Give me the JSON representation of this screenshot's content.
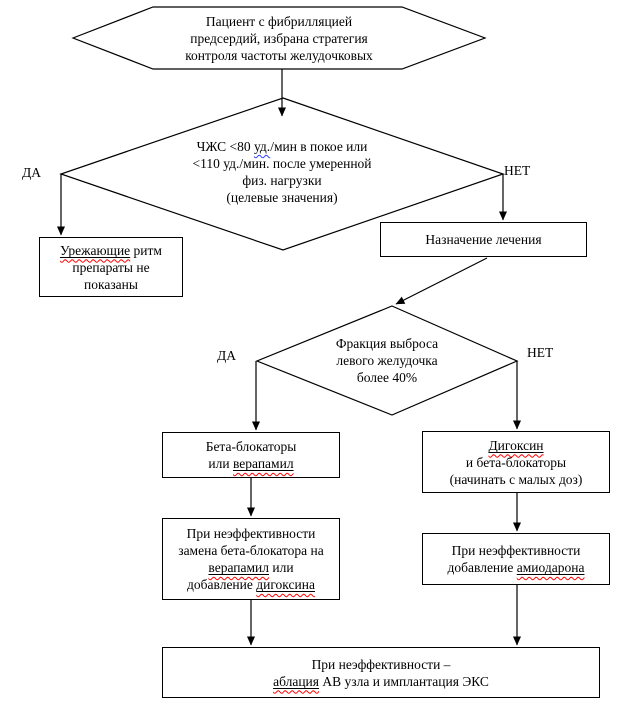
{
  "colors": {
    "stroke": "#000000",
    "spellcheck_underline": "#ff0000",
    "grammar_underline": "#2f3cff",
    "background": "#ffffff"
  },
  "flowchart": {
    "start": {
      "l1": "Пациент с фибрилляцией",
      "l2": "предсердий, избрана стратегия",
      "l3": "контроля частоты желудочковых"
    },
    "decision1": {
      "l1_pre": "ЧЖС <80 ",
      "l1_gram": "уд.",
      "l1_post": "/мин в покое или",
      "l2": "<110 уд./мин. после умеренной",
      "l3": "физ. нагрузки",
      "l4": "(целевые значения)"
    },
    "label_yes1": "ДА",
    "label_no1": "НЕТ",
    "box_no_drugs": {
      "l1_u": "Урежающие",
      "l1_rest": " ритм",
      "l2": "препараты не",
      "l3": "показаны"
    },
    "box_treatment": "Назначение лечения",
    "decision2": {
      "l1": "Фракция выброса",
      "l2": "левого желудочка",
      "l3": "более 40%"
    },
    "label_yes2": "ДА",
    "label_no2": "НЕТ",
    "box_beta": {
      "l1": "Бета-блокаторы",
      "l2_pre": "или ",
      "l2_u": "верапамил"
    },
    "box_digoxin": {
      "l1_u": "Дигоксин",
      "l2": "и бета-блокаторы",
      "l3": "(начинать с малых доз)"
    },
    "box_replace": {
      "l1": "При неэффективности",
      "l2": "замена бета-блокатора на",
      "l3_u": "верапамил",
      "l3_rest": " или",
      "l4_pre": "добавление ",
      "l4_u": "дигоксина"
    },
    "box_amiodarone": {
      "l1": "При неэффективности",
      "l2_pre": "добавление ",
      "l2_u": "амиодарона"
    },
    "box_ablation": {
      "l1": "При неэффективности –",
      "l2_u": "аблация",
      "l2_rest": " АВ узла и имплантация ЭКС"
    }
  }
}
